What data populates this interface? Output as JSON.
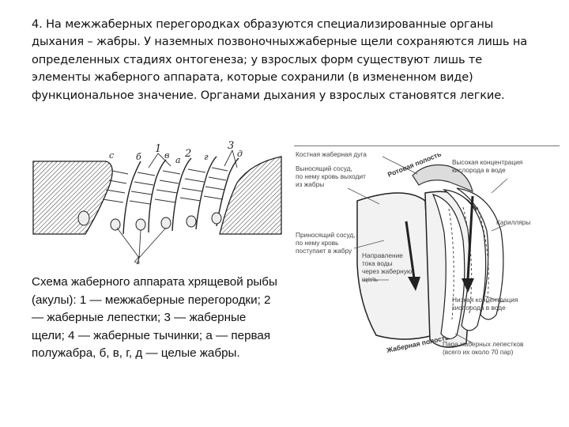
{
  "intro_text": "4. На межжаберных перегородках образуются специализированные органы дыхания – жабры. У наземных позвоночныхжаберные щели сохраняются лишь на определенных стадиях онтогенеза; у взрослых форм существуют лишь те элементы жаберного аппарата, которые сохранили (в измененном виде) функциональное значение. Органами дыхания у взрослых становятся легкие.",
  "caption_text": "Схема жаберного аппарата хрящевой рыбы (акулы): 1 — межжаберные перегородки; 2 — жаберные лепестки; 3 — жаберные щели; 4 — жаберные тычинки; а — первая полужабра, б, в, г, д — целые жабры.",
  "left_diagram": {
    "numbers": [
      "1",
      "2",
      "3",
      "4"
    ],
    "letters": [
      "с",
      "б",
      "в",
      "а",
      "г",
      "д"
    ]
  },
  "right_diagram": {
    "labels": {
      "bone_arch": "Костная жаберная дуга",
      "oral_cavity": "Ротовая полость",
      "efferent_1": "Выносящий сосуд,",
      "efferent_2": "по нему кровь выходит",
      "efferent_3": "из жабры",
      "high_conc_1": "Высокая концентрация",
      "high_conc_2": "кислорода в воде",
      "capillaries": "Капилляры",
      "afferent_1": "Приносящий сосуд,",
      "afferent_2": "по нему кровь",
      "afferent_3": "поступает в жабру",
      "flow_1": "Направление",
      "flow_2": "тока воды",
      "flow_3": "через жаберную",
      "flow_4": "щель",
      "low_conc_1": "Низкая концентрация",
      "low_conc_2": "кислорода в воде",
      "gill_cavity": "Жаберная полость",
      "pair_1": "Пара жаберных лепестков",
      "pair_2": "(всего их около 70 пар)"
    }
  }
}
